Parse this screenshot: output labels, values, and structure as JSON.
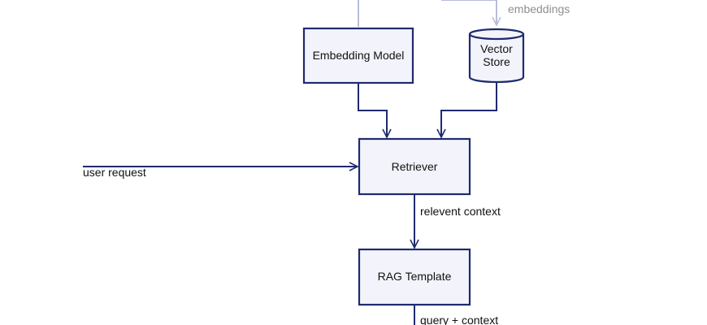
{
  "nodes": {
    "embedding_model": "Embedding Model",
    "vector_store_line1": "Vector",
    "vector_store_line2": "Store",
    "retriever": "Retriever",
    "rag_template": "RAG Template"
  },
  "edges": {
    "embeddings": "embeddings",
    "user_request": "user request",
    "relevant_context": "relevent context",
    "query_context": "query + context"
  },
  "colors": {
    "stroke": "#1f2a6e",
    "fill": "#f3f4fb",
    "faded_stroke": "#b9bdd8",
    "text": "#111111"
  }
}
